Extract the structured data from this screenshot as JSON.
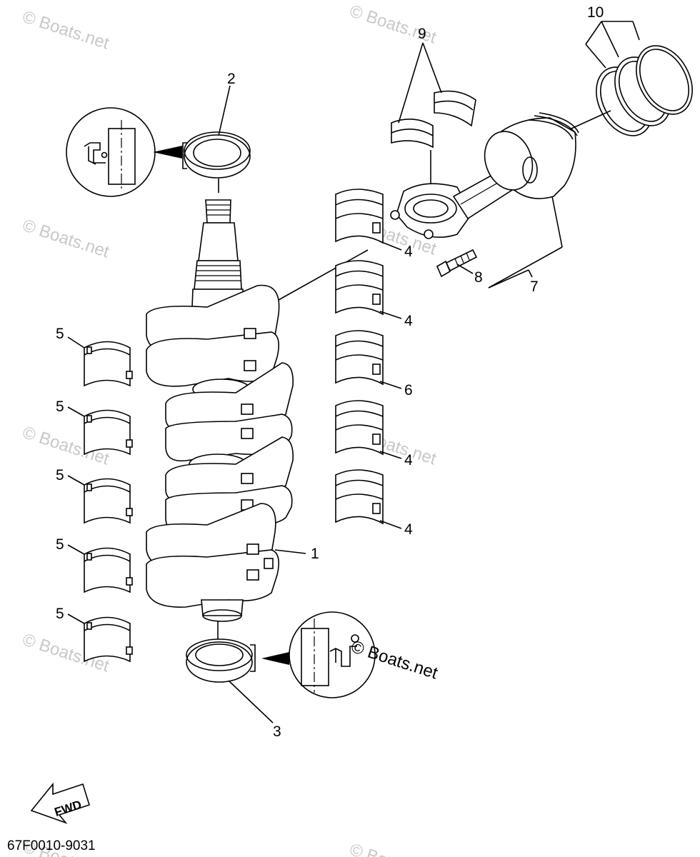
{
  "diagram": {
    "labels": {
      "l1": "1",
      "l2": "2",
      "l3": "3",
      "l4a": "4",
      "l4b": "4",
      "l4c": "4",
      "l4d": "4",
      "l5a": "5",
      "l5b": "5",
      "l5c": "5",
      "l5d": "5",
      "l5e": "5",
      "l6": "6",
      "l7": "7",
      "l8": "8",
      "l9": "9",
      "l10": "10"
    },
    "part_code": "67F0010-9031",
    "fwd_arrow_label": "FWD",
    "watermark": "© Boats.net",
    "watermark_center": "© Boats.net"
  }
}
